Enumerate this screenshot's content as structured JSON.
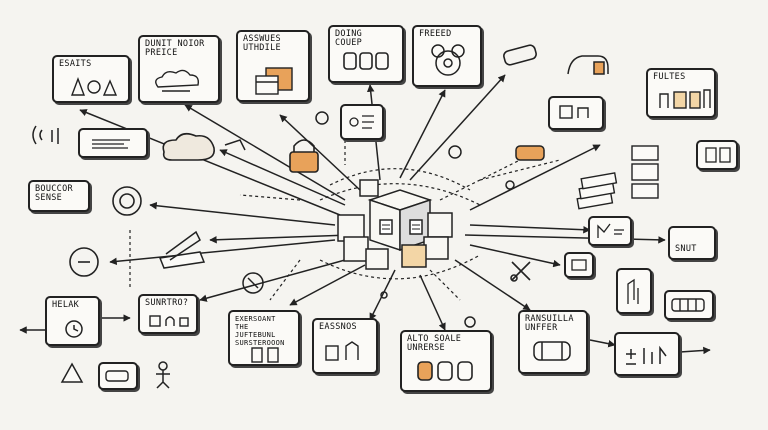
{
  "nodes": {
    "n1": {
      "label": "ESAITS"
    },
    "n2": {
      "label": "DUNIT NOIOR\nPREICE"
    },
    "n3": {
      "label": "ASSWUES\nUTHDILE"
    },
    "n4": {
      "label": "DOING\nCOUEP"
    },
    "n5": {
      "label": "FREEED"
    },
    "n6": {
      "label": "FULTES"
    },
    "n7": {
      "label": "BOUCCOR\nSENSE"
    },
    "n8": {
      "label": "HELAK"
    },
    "n9": {
      "label": "SUNRTRO?"
    },
    "n10": {
      "label": "EXERSOANT\nTHE JUFTEBUNL\nSURSTEROOON"
    },
    "n11": {
      "label": "EASSNOS"
    },
    "n12": {
      "label": "ALTO SOALE\nUNRERSE"
    },
    "n13": {
      "label": "RANSUILLA\nUNFFER"
    },
    "n14": {
      "label": "SNUT"
    }
  },
  "colors": {
    "ink": "#222222",
    "paper": "#f5f4f0",
    "accent": "#e8a25a"
  },
  "icons": [
    "cube-stack-icon",
    "cloud-icon",
    "gear-icon",
    "database-icon",
    "document-icon",
    "padlock-icon",
    "clock-icon",
    "pencil-icon",
    "battery-icon",
    "arrow-icon"
  ]
}
